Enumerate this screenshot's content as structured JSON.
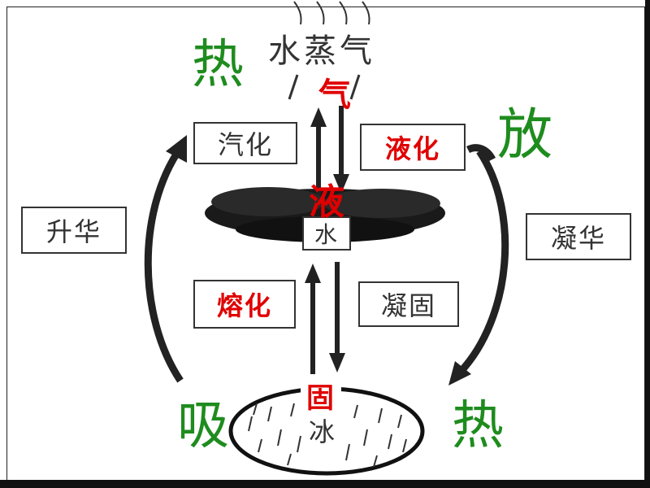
{
  "nodes": {
    "vapor": "水蒸气",
    "water": "水",
    "ice": "冰"
  },
  "processes": {
    "vaporization": "汽化",
    "liquefaction": "液化",
    "melting": "熔化",
    "solidification": "凝固",
    "sublimation": "升华",
    "deposition": "凝华"
  },
  "state_labels": {
    "gas": "气",
    "liquid": "液",
    "solid": "固"
  },
  "heat_labels": {
    "absorb_top": "热",
    "absorb_bottom": "吸",
    "release_top": "放",
    "release_bottom": "热"
  },
  "colors": {
    "green": "#1e8c1e",
    "red": "#e00000",
    "ink": "#333333"
  }
}
